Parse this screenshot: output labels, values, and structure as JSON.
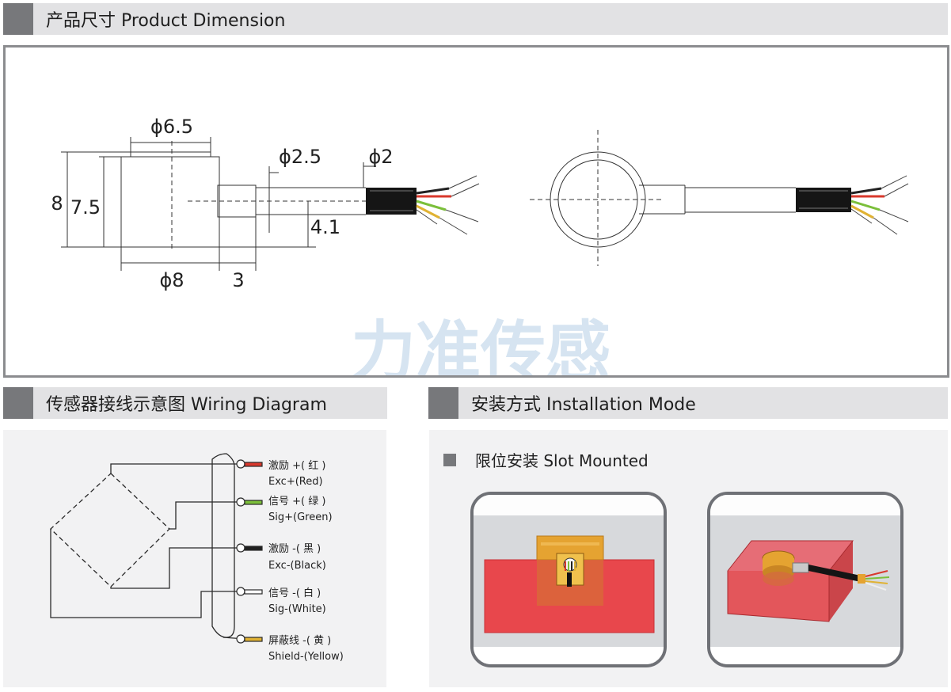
{
  "sections": {
    "dimension": {
      "title": "产品尺寸 Product Dimension"
    },
    "wiring": {
      "title": "传感器接线示意图 Wiring Diagram"
    },
    "installation": {
      "title": "安装方式 Installation Mode"
    }
  },
  "dimension_labels": {
    "d_top": "ϕ6.5",
    "d_cable": "ϕ2.5",
    "d_wire": "ϕ2",
    "h_total": "8",
    "h_body": "7.5",
    "offset": "4.1",
    "d_base": "ϕ8",
    "tab": "3"
  },
  "watermark": "力准传感",
  "wiring": [
    {
      "cn": "激励 +( 红 )",
      "en": "Exc+(Red)",
      "color": "#d8382c"
    },
    {
      "cn": "信号 +( 绿 )",
      "en": "Sig+(Green)",
      "color": "#7bbf3a"
    },
    {
      "cn": "激励 -( 黑 )",
      "en": "Exc-(Black)",
      "color": "#1f1f1f"
    },
    {
      "cn": "信号 -( 白 )",
      "en": "Sig-(White)",
      "color": "#ffffff"
    },
    {
      "cn": "屏蔽线 -( 黄 )",
      "en": "Shield-(Yellow)",
      "color": "#e0b233"
    }
  ],
  "installation": {
    "mode_label": "限位安装 Slot Mounted"
  },
  "colors": {
    "header_bg": "#e2e2e4",
    "header_marker": "#77787b",
    "panel_bg": "#f2f2f3",
    "watermark": "#d6e4f1",
    "block_red": "#e8474c",
    "sensor_gold": "#e5a331"
  }
}
